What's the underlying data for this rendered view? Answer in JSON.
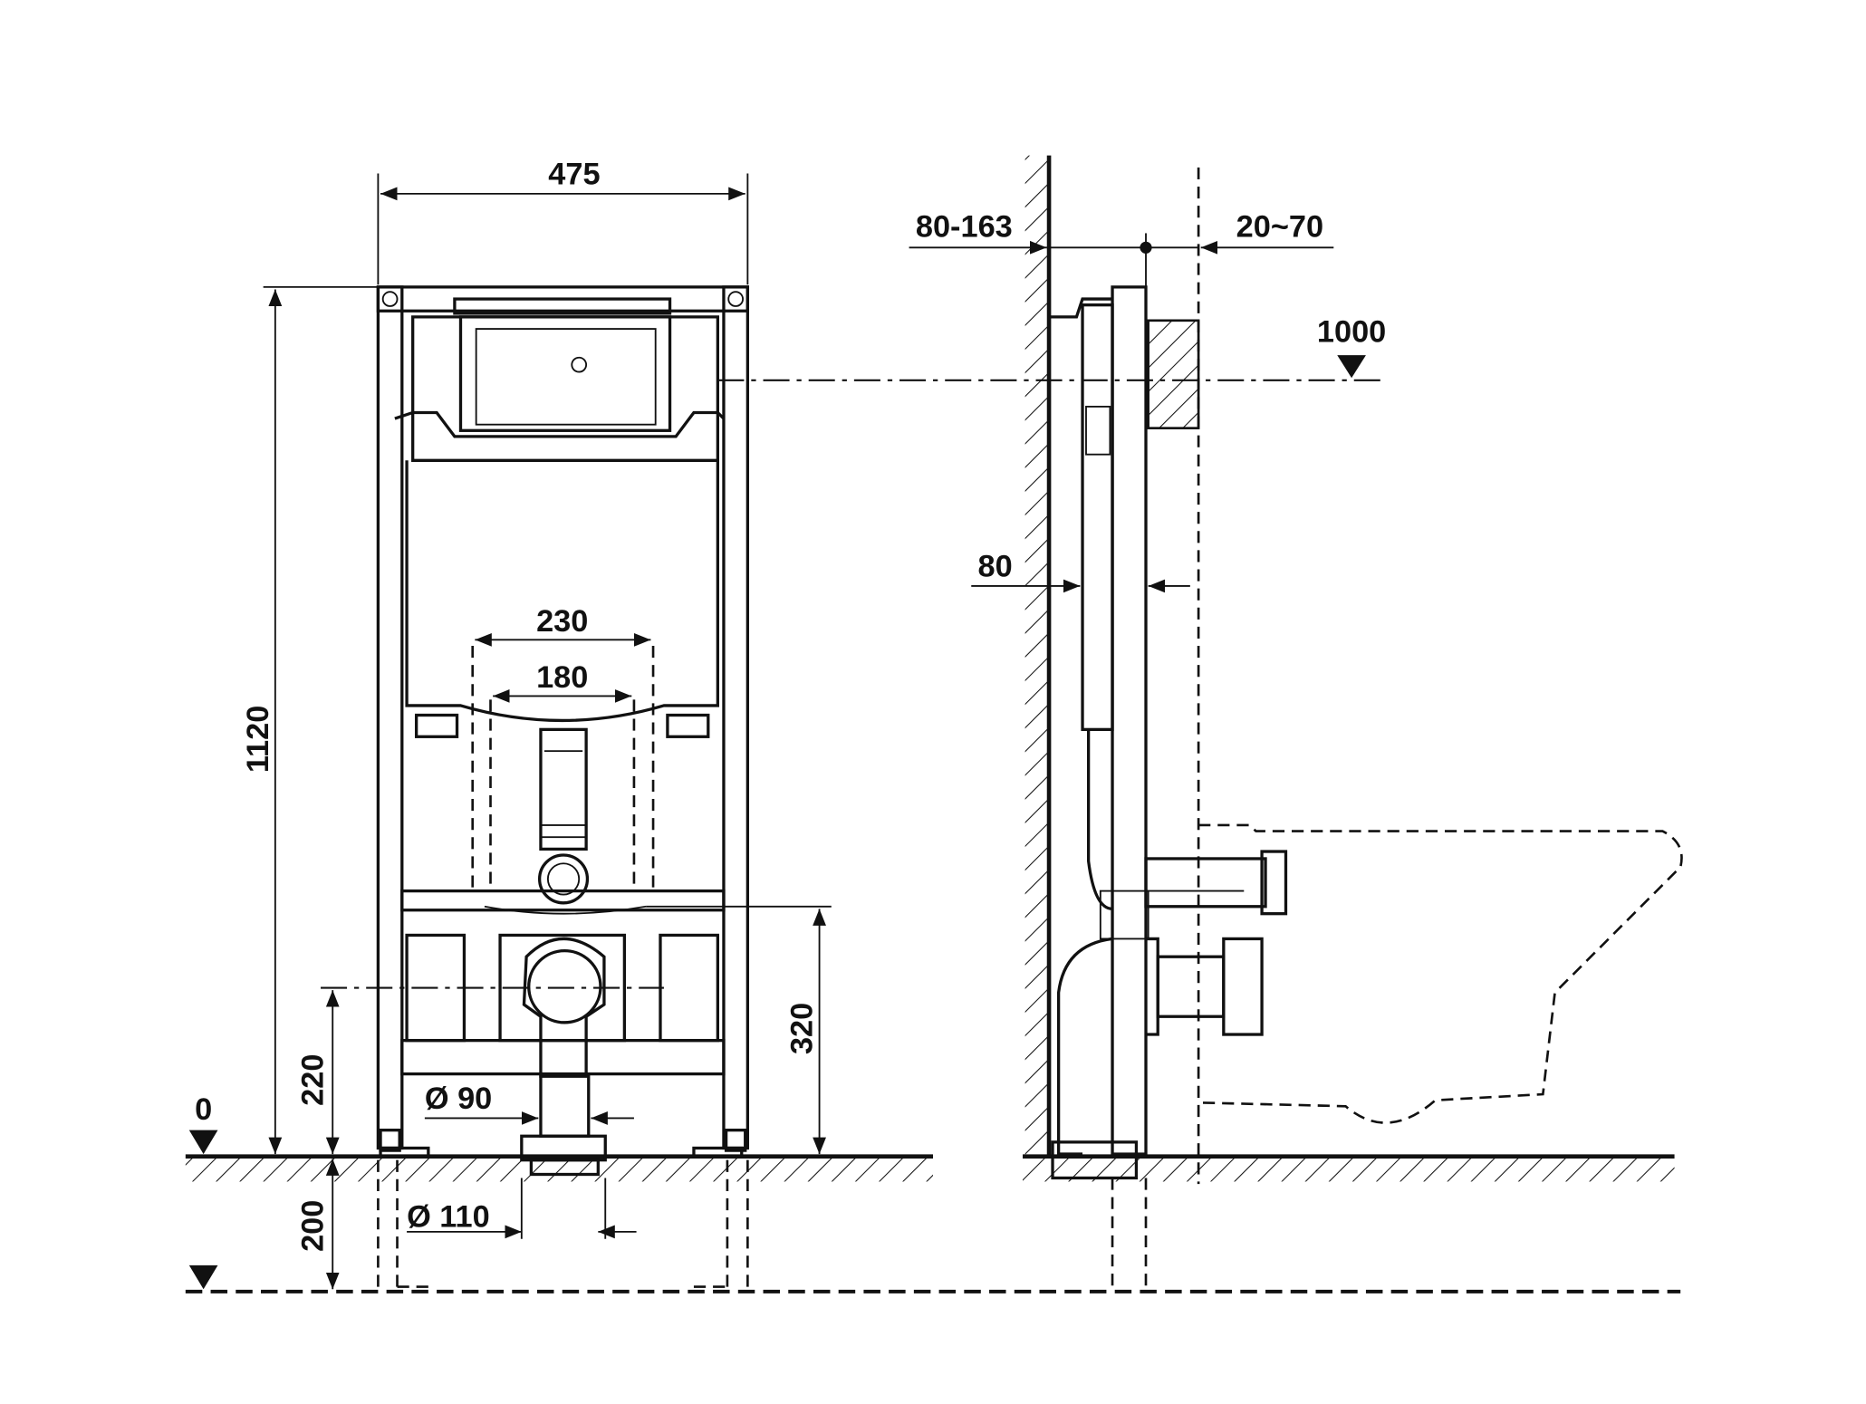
{
  "title": "Installation frame dimensions drawing",
  "front_view": {
    "width": "475",
    "height": "1120",
    "outer_spacing": "230",
    "inner_spacing": "180",
    "drain_height": "320",
    "outlet_height": "220",
    "below_floor": "200",
    "pipe_small": "Ø 90",
    "pipe_large": "Ø 110",
    "floor_level": "0"
  },
  "side_view": {
    "wall_distance": "80-163",
    "plate_offset": "20~70",
    "button_height": "1000",
    "frame_depth": "80"
  }
}
